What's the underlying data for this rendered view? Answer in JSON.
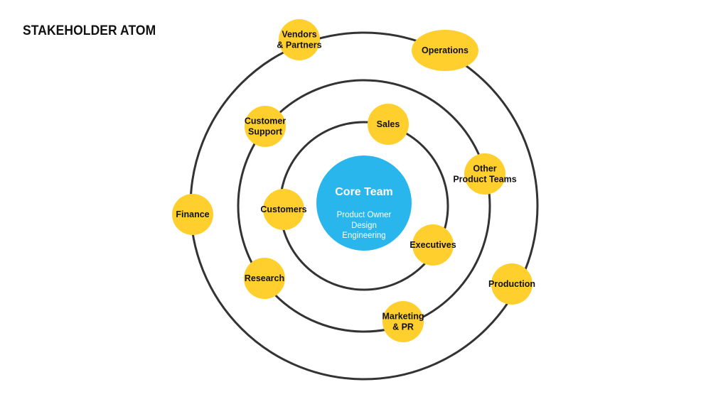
{
  "title": "STAKEHOLDER ATOM",
  "colors": {
    "ring": "#333333",
    "node": "#FFCF2E",
    "core": "#29B6EC"
  },
  "core": {
    "title": "Core Team",
    "lines": [
      "Product Owner",
      "Design",
      "Engineering"
    ]
  },
  "nodes": [
    {
      "id": "sales",
      "lines": [
        "Sales"
      ]
    },
    {
      "id": "customers",
      "lines": [
        "Customers"
      ]
    },
    {
      "id": "executives",
      "lines": [
        "Executives"
      ]
    },
    {
      "id": "customer-support",
      "lines": [
        "Customer",
        "Support"
      ]
    },
    {
      "id": "research",
      "lines": [
        "Research"
      ]
    },
    {
      "id": "marketing-pr",
      "lines": [
        "Marketing",
        "& PR"
      ]
    },
    {
      "id": "other-product-teams",
      "lines": [
        "Other",
        "Product Teams"
      ]
    },
    {
      "id": "vendors-partners",
      "lines": [
        "Vendors",
        "& Partners"
      ]
    },
    {
      "id": "operations",
      "lines": [
        "Operations"
      ]
    },
    {
      "id": "finance",
      "lines": [
        "Finance"
      ]
    },
    {
      "id": "production",
      "lines": [
        "Production"
      ]
    }
  ]
}
